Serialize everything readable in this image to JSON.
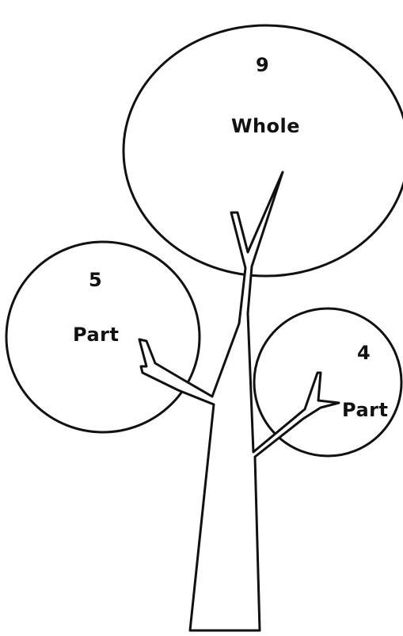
{
  "whole": {
    "value": "9",
    "label": "Whole"
  },
  "parts": [
    {
      "value": "5",
      "label": "Part"
    },
    {
      "value": "4",
      "label": "Part"
    }
  ],
  "colors": {
    "stroke": "#111111",
    "fill": "#ffffff"
  }
}
